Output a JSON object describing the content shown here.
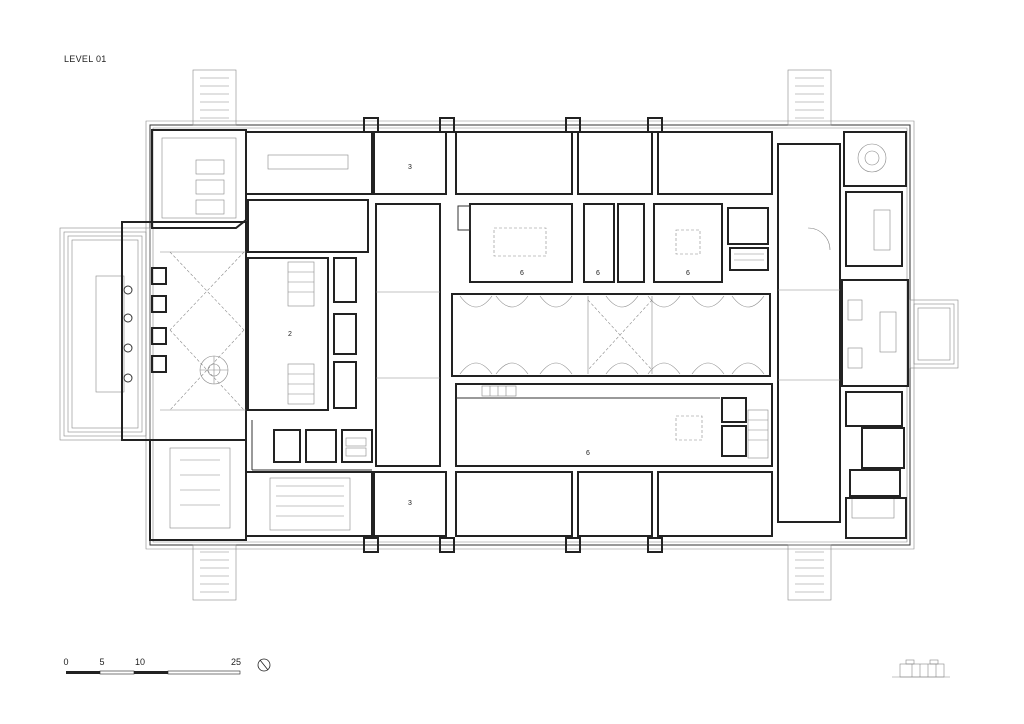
{
  "title": "LEVEL 01",
  "rooms": [
    {
      "id": "room-3-north",
      "label": "3"
    },
    {
      "id": "room-3-south",
      "label": "3"
    },
    {
      "id": "room-2",
      "label": "2"
    },
    {
      "id": "room-6-a",
      "label": "6"
    },
    {
      "id": "room-6-b",
      "label": "6"
    },
    {
      "id": "room-6-c",
      "label": "6"
    },
    {
      "id": "room-6-d",
      "label": "6"
    }
  ],
  "scale_bar": {
    "ticks": [
      "0",
      "5",
      "10",
      "25"
    ]
  },
  "icons": {
    "north_arrow": "north-arrow-icon",
    "key_plan": "key-plan-icon"
  }
}
